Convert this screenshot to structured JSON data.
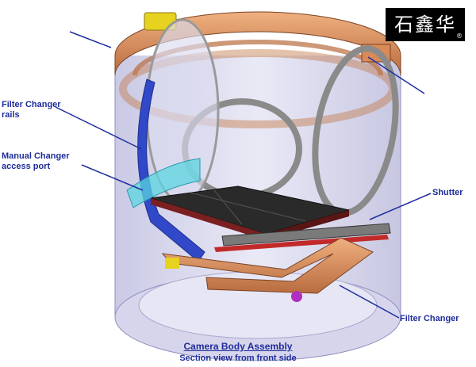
{
  "labels": {
    "filter_changer_rails": [
      "Filter Changer",
      "rails"
    ],
    "manual_changer_access_port": [
      "Manual Changer",
      "access port"
    ],
    "shutter": "Shutter",
    "filter_changer": "Filter Changer"
  },
  "caption": {
    "title": "Camera Body Assembly",
    "subtitle": "Section view from front side"
  },
  "logo": {
    "text": "石鑫华",
    "registered": "®"
  },
  "colors": {
    "label_blue": "#1f2d9c",
    "copper": "#d98a57",
    "glass": "#c9c9e6",
    "dark_plate": "#2a2a2a"
  }
}
